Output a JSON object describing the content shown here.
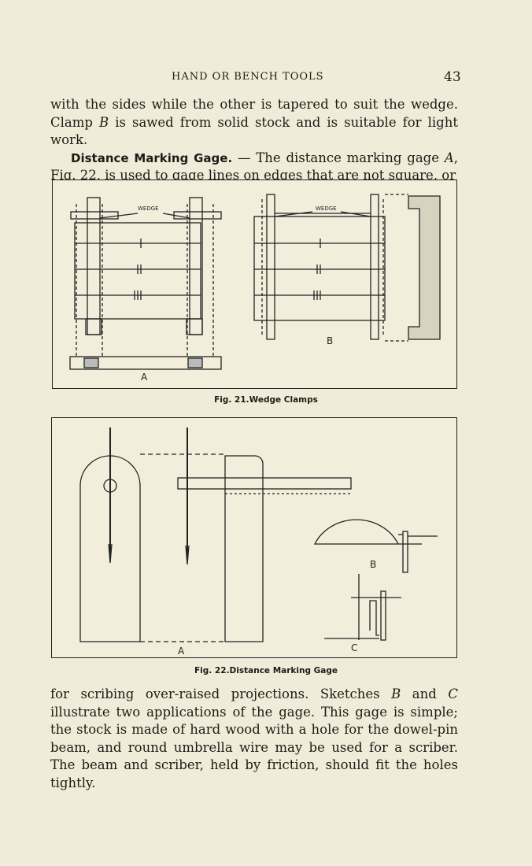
{
  "header": {
    "running_title": "HAND OR BENCH TOOLS",
    "page_number": "43"
  },
  "top_text": {
    "line_1": "with the sides while the other is tapered to suit the wedge.",
    "line_2_pre": "Clamp ",
    "line_2_italic": "B",
    "line_2_post": " is sawed from solid stock and is suitable for light work.",
    "heading": "Distance Marking Gage.",
    "para_2_a": " — The distance marking gage ",
    "para_2_italic": "A",
    "para_2_b": ", Fig. 22, is used to gage lines on edges that are not square, or"
  },
  "figure_21": {
    "caption_label": "Fig. 21.",
    "caption_text": "Wedge Clamps",
    "wedge_label_left": "WEDGE",
    "wedge_label_right": "WEDGE",
    "label_a": "A",
    "label_b": "B"
  },
  "figure_22": {
    "caption_label": "Fig. 22.",
    "caption_text": "Distance Marking Gage",
    "label_a": "A",
    "label_b": "B",
    "label_c": "C"
  },
  "bottom_text": {
    "a": "for scribing over-raised projections. Sketches ",
    "b_italic": "B",
    "c": " and ",
    "d_italic": "C",
    "e": " illustrate two applications of the gage. This gage is simple; the stock is made of hard wood with a hole for the dowel-pin beam, and round umbrella wire may be used for a scriber. The beam and scriber, held by friction, should fit the holes tightly."
  }
}
